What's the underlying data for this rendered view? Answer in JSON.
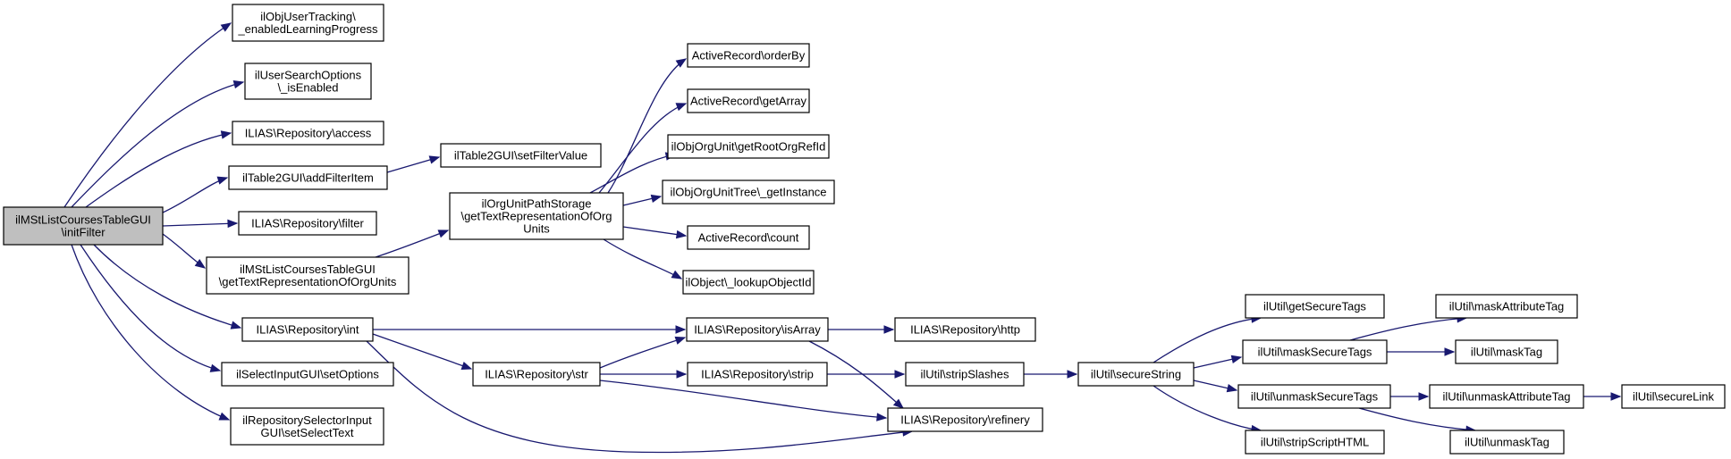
{
  "colors": {
    "edge": "#191970",
    "root_fill": "#bfbfbf",
    "node_fill": "#ffffff",
    "node_stroke": "#000000"
  },
  "nodes": {
    "root": [
      "ilMStListCoursesTableGUI",
      "\\initFilter"
    ],
    "tracking": [
      "ilObjUserTracking\\",
      "_enabledLearningProgress"
    ],
    "searchopt": [
      "ilUserSearchOptions",
      "\\_isEnabled"
    ],
    "access": [
      "ILIAS\\Repository\\access"
    ],
    "addfilter": [
      "ilTable2GUI\\addFilterItem"
    ],
    "setfilter": [
      "ilTable2GUI\\setFilterValue"
    ],
    "filter": [
      "ILIAS\\Repository\\filter"
    ],
    "mstgettext": [
      "ilMStListCoursesTableGUI",
      "\\getTextRepresentationOfOrgUnits"
    ],
    "orgpath": [
      "ilOrgUnitPathStorage",
      "\\getTextRepresentationOfOrg",
      "Units"
    ],
    "orderby": [
      "ActiveRecord\\orderBy"
    ],
    "getarray": [
      "ActiveRecord\\getArray"
    ],
    "rootorg": [
      "ilObjOrgUnit\\getRootOrgRefId"
    ],
    "orgtree": [
      "ilObjOrgUnitTree\\_getInstance"
    ],
    "count": [
      "ActiveRecord\\count"
    ],
    "lookup": [
      "ilObject\\_lookupObjectId"
    ],
    "int": [
      "ILIAS\\Repository\\int"
    ],
    "isarray": [
      "ILIAS\\Repository\\isArray"
    ],
    "http": [
      "ILIAS\\Repository\\http"
    ],
    "str": [
      "ILIAS\\Repository\\str"
    ],
    "strip": [
      "ILIAS\\Repository\\strip"
    ],
    "stripslashes": [
      "ilUtil\\stripSlashes"
    ],
    "securestring": [
      "ilUtil\\secureString"
    ],
    "refinery": [
      "ILIAS\\Repository\\refinery"
    ],
    "setoptions": [
      "ilSelectInputGUI\\setOptions"
    ],
    "reposel": [
      "ilRepositorySelectorInput",
      "GUI\\setSelectText"
    ],
    "getsecuretags": [
      "ilUtil\\getSecureTags"
    ],
    "masksecuretags": [
      "ilUtil\\maskSecureTags"
    ],
    "unmasksecuretags": [
      "ilUtil\\unmaskSecureTags"
    ],
    "stripscript": [
      "ilUtil\\stripScriptHTML"
    ],
    "maskattr": [
      "ilUtil\\maskAttributeTag"
    ],
    "masktag": [
      "ilUtil\\maskTag"
    ],
    "unmaskattr": [
      "ilUtil\\unmaskAttributeTag"
    ],
    "unmasktag": [
      "ilUtil\\unmaskTag"
    ],
    "securelink": [
      "ilUtil\\secureLink"
    ]
  }
}
